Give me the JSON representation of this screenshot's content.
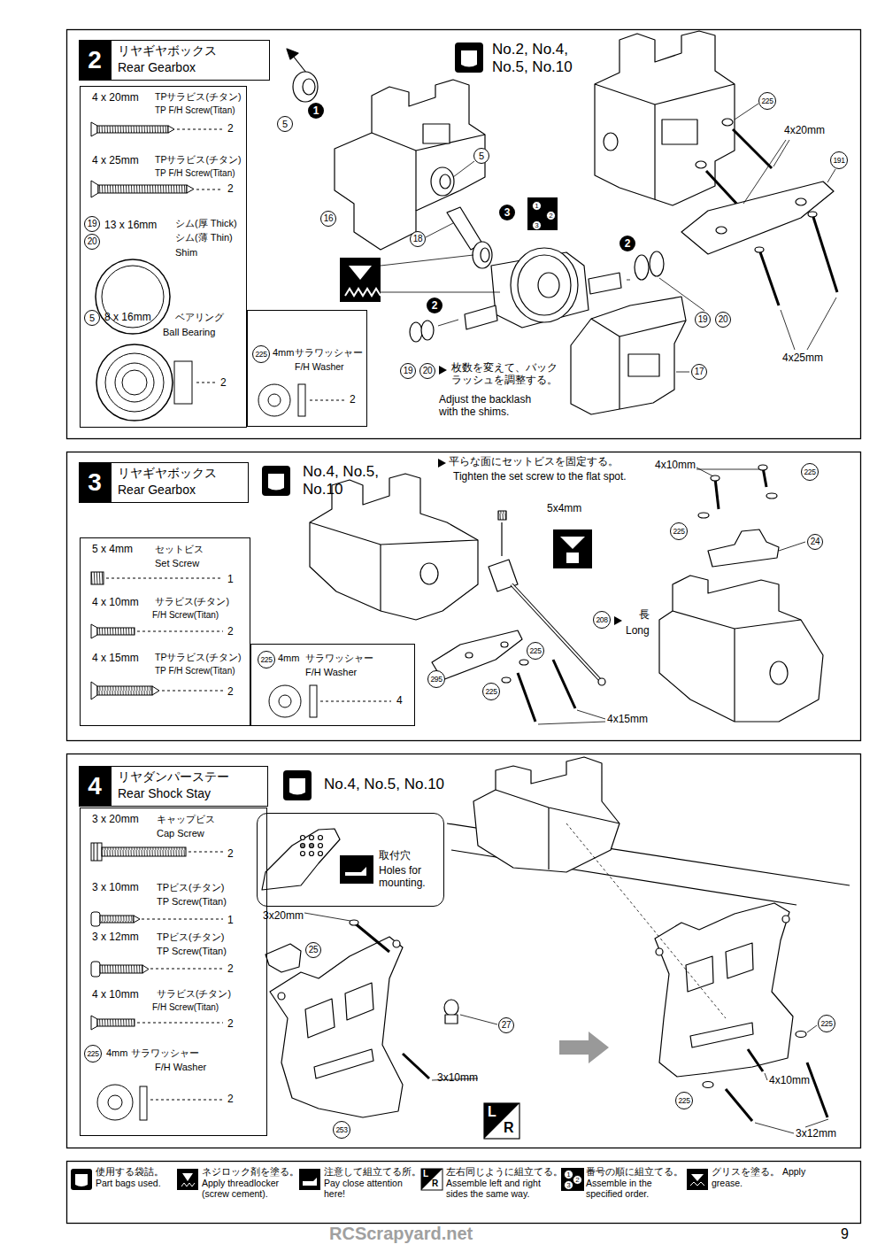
{
  "diagram": {
    "nodes": [
      {
        "text": [
          "2",
          "リヤギヤボックス",
          "Rear Gearbox"
        ]
      },
      {
        "text": [
          "4 x 20mm",
          "TPサラビス(チタン)",
          "TP F/H Screw(Titan)",
          "2",
          "4 x 25mm",
          "TPサラビス(チタン)",
          "TP F/H Screw(Titan)",
          "2",
          "19",
          "20",
          "13 x 16mm",
          "シム(厚 Thick)",
          "シム(薄 Thin)",
          "Shim",
          "5",
          "8 x 16mm",
          "ベアリング",
          "Ball Bearing",
          "2"
        ]
      },
      {
        "text": [
          "225",
          "4mm",
          "サラワッシャー",
          "F/H Washer",
          "2"
        ]
      },
      {
        "text": [
          "3",
          "リヤギヤボックス",
          "Rear Gearbox"
        ]
      },
      {
        "text": [
          "5 x 4mm",
          "セットビス",
          "Set Screw",
          "1",
          "4 x 10mm",
          "サラビス(チタン)",
          "F/H Screw(Titan)",
          "2",
          "4 x 15mm",
          "TPサラビス(チタン)",
          "TP F/H Screw(Titan)",
          "2"
        ]
      },
      {
        "text": [
          "225",
          "4mm",
          "サラワッシャー",
          "F/H Washer",
          "4"
        ]
      },
      {
        "text": [
          "4",
          "リヤダンパーステー",
          "Rear Shock Stay"
        ]
      },
      {
        "text": [
          "3 x 20mm",
          "キャップビス",
          "Cap Screw",
          "2",
          "3 x 10mm",
          "TPビス(チタン)",
          "TP Screw(Titan)",
          "1",
          "3 x 12mm",
          "TPビス(チタン)",
          "TP Screw(Titan)",
          "2",
          "4 x 10mm",
          "サラビス(チタン)",
          "F/H Screw(Titan)",
          "2",
          "225",
          "4mm",
          "サラワッシャー",
          "F/H Washer",
          "2"
        ]
      },
      {
        "text": [
          "取付穴",
          "Holes for mounting."
        ]
      }
    ],
    "labels": [
      "No.2, No.4, No.5, No.10",
      "5",
      "1",
      "5",
      "16",
      "18",
      "3",
      "1",
      "2",
      "3",
      "2",
      "2",
      "19",
      "20",
      "枚数を変えて、バックラッシュを調整する。",
      "Adjust the backlash with the shims.",
      "17",
      "19",
      "20",
      "225",
      "4x20mm",
      "191",
      "4x25mm",
      "No.4, No.5, No.10",
      "平らな面にセットビスを固定する。",
      "Tighten the set screw to the flat spot.",
      "5x4mm",
      "208",
      "長",
      "Long",
      "295",
      "225",
      "225",
      "4x15mm",
      "4x10mm",
      "225",
      "225",
      "24",
      "No.4, No.5, No.10",
      "3x20mm",
      "25",
      "27",
      "3x10mm",
      "253",
      "L",
      "R",
      "225",
      "225",
      "4x10mm",
      "3x12mm",
      "L",
      "R",
      "1",
      "2",
      "3",
      "RCScrapyard.net",
      "9"
    ],
    "legend": [
      {
        "text": "使用する袋詰。 Part bags used."
      },
      {
        "text": "ネジロック剤を塗る。 Apply threadlocker (screw cement)."
      },
      {
        "text": "注意して組立てる所。 Pay close attention here!"
      },
      {
        "text": "左右同じように組立てる。 Assemble left and right sides the same way."
      },
      {
        "text": "番号の順に組立てる。 Assemble in the specified order."
      },
      {
        "text": "グリスを塗る。 Apply grease."
      }
    ]
  }
}
